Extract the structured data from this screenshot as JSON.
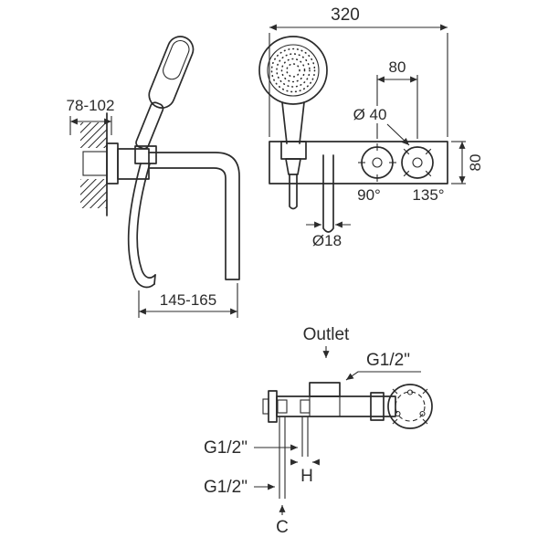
{
  "meta": {
    "description": "Technical installation drawing of a wall-mounted bath mixer with hand shower",
    "colors": {
      "line": "#2b2b2b",
      "background": "#ffffff"
    }
  },
  "front_view": {
    "plate_width": "320",
    "handle_spacing": "80",
    "handle_diameter": "Ø 40",
    "plate_height": "80",
    "left_handle_angle": "90°",
    "right_handle_angle": "135°",
    "hose_diameter": "Ø18"
  },
  "side_view": {
    "wall_depth_range": "78-102",
    "spout_reach_range": "145-165"
  },
  "plan_view": {
    "outlet_label": "Outlet",
    "outlet_thread": "G1/2\"",
    "hot_inlet_thread": "G1/2\"",
    "cold_inlet_thread": "G1/2\"",
    "hot_label": "H",
    "cold_label": "C"
  }
}
